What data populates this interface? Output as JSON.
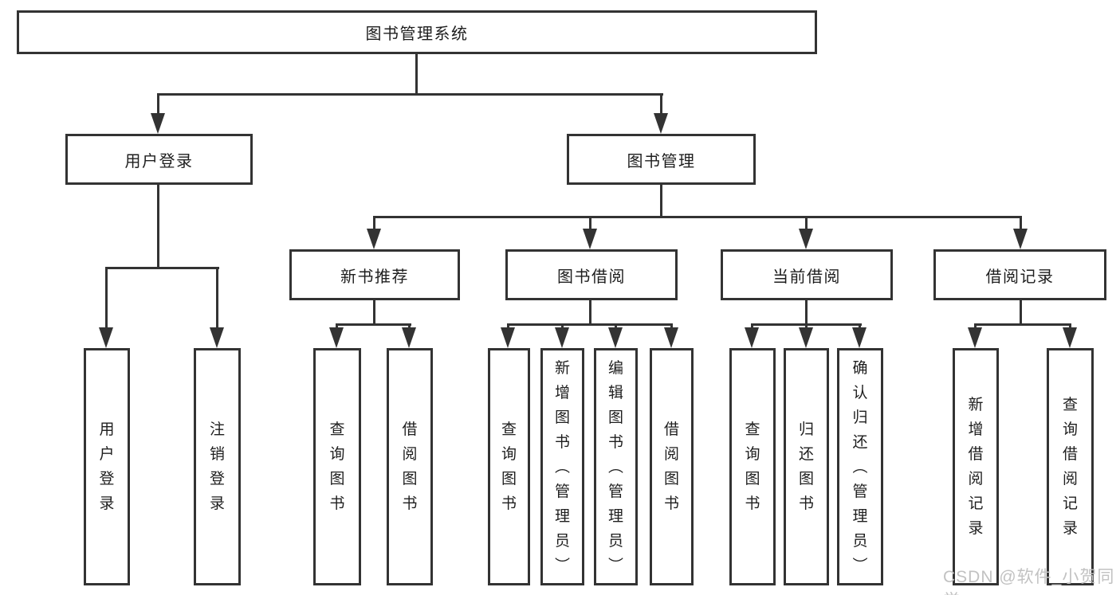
{
  "diagram": {
    "type": "hierarchy-tree",
    "nodes": {
      "root": "图书管理系统",
      "user_login": "用户登录",
      "book_mgmt": "图书管理",
      "new_book_rec": "新书推荐",
      "book_borrow": "图书借阅",
      "current_borrow": "当前借阅",
      "borrow_records": "借阅记录",
      "leaf_user_login": "用户登录",
      "leaf_logout": "注销登录",
      "leaf_query_book_a": "查询图书",
      "leaf_borrow_book_a": "借阅图书",
      "leaf_query_book_b": "查询图书",
      "leaf_add_book": "新增图书（管理员）",
      "leaf_edit_book": "编辑图书（管理员）",
      "leaf_borrow_book_b": "借阅图书",
      "leaf_query_book_c": "查询图书",
      "leaf_return_book": "归还图书",
      "leaf_confirm_return": "确认归还（管理员）",
      "leaf_add_record": "新增借阅记录",
      "leaf_query_record": "查询借阅记录"
    },
    "edges": [
      [
        "图书管理系统",
        "用户登录"
      ],
      [
        "图书管理系统",
        "图书管理"
      ],
      [
        "用户登录",
        "用户登录"
      ],
      [
        "用户登录",
        "注销登录"
      ],
      [
        "图书管理",
        "新书推荐"
      ],
      [
        "图书管理",
        "图书借阅"
      ],
      [
        "图书管理",
        "当前借阅"
      ],
      [
        "图书管理",
        "借阅记录"
      ],
      [
        "新书推荐",
        "查询图书"
      ],
      [
        "新书推荐",
        "借阅图书"
      ],
      [
        "图书借阅",
        "查询图书"
      ],
      [
        "图书借阅",
        "新增图书（管理员）"
      ],
      [
        "图书借阅",
        "编辑图书（管理员）"
      ],
      [
        "图书借阅",
        "借阅图书"
      ],
      [
        "当前借阅",
        "查询图书"
      ],
      [
        "当前借阅",
        "归还图书"
      ],
      [
        "当前借阅",
        "确认归还（管理员）"
      ],
      [
        "借阅记录",
        "新增借阅记录"
      ],
      [
        "借阅记录",
        "查询借阅记录"
      ]
    ]
  },
  "watermark": "CSDN @软件_小贺同学",
  "colors": {
    "line": "#333333",
    "text": "#1e1e1e",
    "watermark": "#c2c2c2",
    "background": "#ffffff"
  }
}
